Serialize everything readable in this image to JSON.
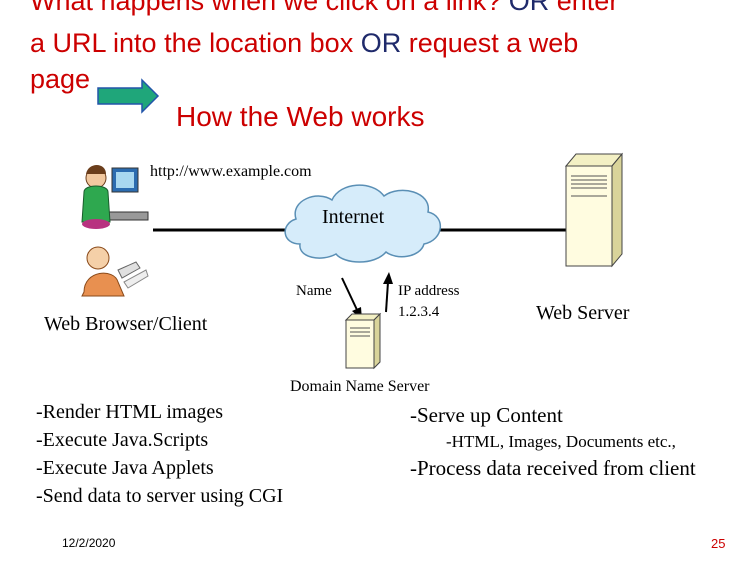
{
  "title": {
    "part1": "What happens when we click on a link? ",
    "or1": "OR",
    "part2": " enter",
    "line2_part1": "a URL into the location box ",
    "or2": "OR",
    "line2_part2": " request a web",
    "line3": "page"
  },
  "subtitle": "How the Web works",
  "diagram": {
    "url": "http://www.example.com",
    "internet": "Internet",
    "name_label": "Name",
    "ip_label_line1": "IP address",
    "ip_label_line2": "1.2.3.4",
    "web_server": "Web Server",
    "client": "Web Browser/Client",
    "dns": "Domain Name Server"
  },
  "client_tasks": [
    "-Render HTML images",
    "-Execute Java.Scripts",
    "-Execute Java Applets",
    "-Send data to server using CGI"
  ],
  "server_tasks": {
    "serve": "-Serve up Content",
    "types": "-HTML, Images, Documents etc.,",
    "process": "-Process data received from client"
  },
  "footer": {
    "date": "12/2/2020",
    "page": "25"
  },
  "colors": {
    "title_red": "#cc0000",
    "or_navy": "#1f2a6b",
    "arrow_green": "#1fa67a",
    "cloud_fill": "#d6ecfa",
    "cloud_stroke": "#5a8fb5"
  },
  "icons": [
    "arrow-right-icon",
    "cloud-icon",
    "person-computer-icon",
    "person-icon",
    "server-icon"
  ]
}
